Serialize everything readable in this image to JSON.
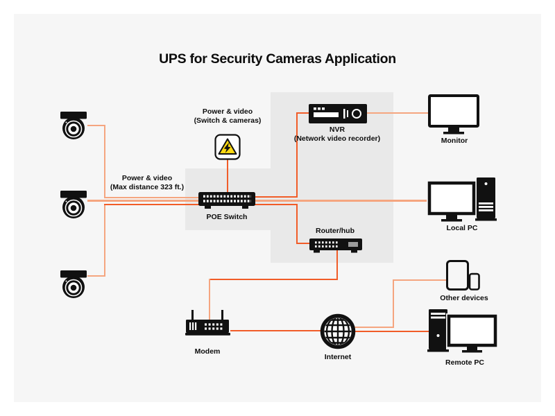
{
  "title": "UPS for Security Cameras Application",
  "colors": {
    "canvas": "#f6f6f6",
    "zone": "#e9e9e9",
    "line_light": "#f5a57f",
    "line_dark": "#f15c28",
    "warning_yellow": "#ffd911",
    "device_black": "#111111"
  },
  "annotations": {
    "cameras_cable": {
      "line1": "Power & video",
      "line2": "(Max distance 323 ft.)"
    },
    "switch_cable": {
      "line1": "Power & video",
      "line2": "(Switch & cameras)"
    }
  },
  "devices": {
    "poe_switch": {
      "label": "POE Switch"
    },
    "nvr": {
      "label": "NVR",
      "sublabel": "(Network video recorder)"
    },
    "monitor": {
      "label": "Monitor"
    },
    "local_pc": {
      "label": "Local PC"
    },
    "router": {
      "label": "Router/hub"
    },
    "modem": {
      "label": "Modem"
    },
    "internet": {
      "label": "Internet"
    },
    "other_devices": {
      "label": "Other devices"
    },
    "remote_pc": {
      "label": "Remote PC"
    }
  }
}
